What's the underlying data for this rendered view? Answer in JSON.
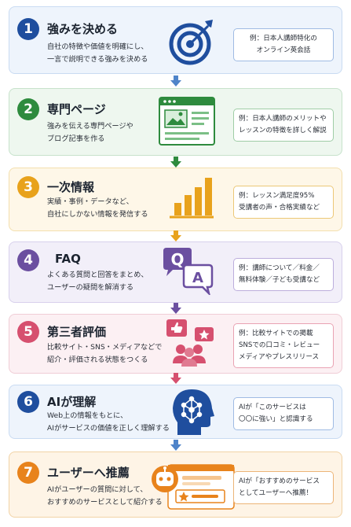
{
  "steps": [
    {
      "number": "1",
      "title": "強みを決める",
      "desc": [
        "自社の特徴や価値を明確にし、",
        "一言で説明できる強みを決める"
      ],
      "example": [
        "例：日本人講師特化の",
        "オンライン英会話"
      ],
      "icon": "target-icon",
      "color": "#1f4e9e"
    },
    {
      "number": "2",
      "title": "専門ページ",
      "desc": [
        "強みを伝える専門ページや",
        "ブログ記事を作る"
      ],
      "example": [
        "例：日本人講師のメリットや",
        "レッスンの特徴を詳しく解説"
      ],
      "icon": "webpage-icon",
      "color": "#2e8b3e"
    },
    {
      "number": "3",
      "title": "一次情報",
      "desc": [
        "実績・事例・データなど、",
        "自社にしかない情報を発信する"
      ],
      "example": [
        "例：レッスン満足度95%",
        "受講者の声・合格実績など"
      ],
      "icon": "bar-chart-icon",
      "color": "#e8a21c"
    },
    {
      "number": "4",
      "title": "FAQ",
      "desc": [
        "よくある質問と回答をまとめ、",
        "ユーザーの疑問を解消する"
      ],
      "example": [
        "例：講師について／料金／",
        "無料体験／子ども受講など"
      ],
      "icon": "qa-bubbles-icon",
      "color": "#6b4fa0"
    },
    {
      "number": "5",
      "title": "第三者評価",
      "desc": [
        "比較サイト・SNS・メディアなどで",
        "紹介・評価される状態をつくる"
      ],
      "example": [
        "例：比較サイトでの掲載",
        "SNSでの口コミ・レビュー",
        "メディアやプレスリリース"
      ],
      "icon": "reviews-icon",
      "color": "#d6506f"
    },
    {
      "number": "6",
      "title": "AIが理解",
      "desc": [
        "Web上の情報をもとに、",
        "AIがサービスの価値を正しく理解する"
      ],
      "example": [
        "AIが「このサービスは",
        "〇〇に強い」と認識する"
      ],
      "icon": "ai-head-icon",
      "color": "#1f4e9e"
    },
    {
      "number": "7",
      "title": "ユーザーへ推薦",
      "desc": [
        "AIがユーザーの質問に対して、",
        "おすすめのサービスとして紹介する"
      ],
      "example": [
        "AIが「おすすめのサービス",
        "としてユーザーへ推薦！"
      ],
      "icon": "ai-recommend-icon",
      "color": "#e8831c"
    }
  ]
}
